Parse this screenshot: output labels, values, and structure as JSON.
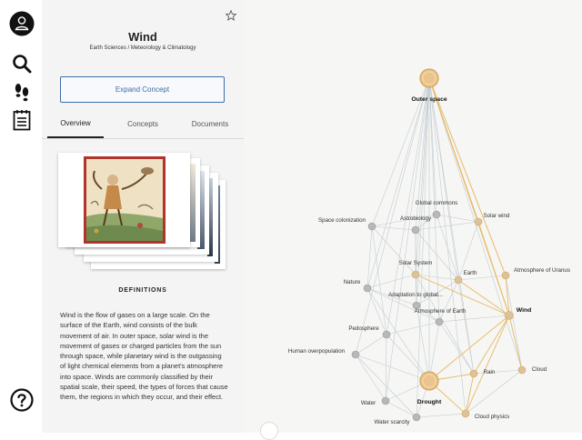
{
  "sidebar": {
    "icons": [
      "user-icon",
      "search-icon",
      "footsteps-icon",
      "notepad-icon",
      "help-icon"
    ]
  },
  "concept": {
    "title": "Wind",
    "subtitle": "Earth Sciences / Meteorology & Climatology",
    "expand_label": "Expand Concept",
    "tabs": [
      {
        "label": "Overview",
        "active": true
      },
      {
        "label": "Concepts",
        "active": false
      },
      {
        "label": "Documents",
        "active": false
      }
    ],
    "definitions_heading": "DEFINITIONS",
    "description": "Wind is the flow of gases on a large scale. On the surface of the Earth, wind consists of the bulk movement of air. In outer space, solar wind is the movement of gases or charged particles from the sun through space, while planetary wind is the outgassing of light chemical elements from a planet's atmosphere into space. Winds are commonly classified by their spatial scale, their speed, the types of forces that cause them, the regions in which they occur, and their effect."
  },
  "graph": {
    "nodes": [
      {
        "id": "outer",
        "label": "Outer space",
        "major": true,
        "highlight": true
      },
      {
        "id": "global",
        "label": "Global commons"
      },
      {
        "id": "astro",
        "label": "Astrobiology"
      },
      {
        "id": "spacecol",
        "label": "Space colonization"
      },
      {
        "id": "solarwind",
        "label": "Solar wind",
        "highlight": true
      },
      {
        "id": "solarsys",
        "label": "Solar System",
        "highlight": true
      },
      {
        "id": "earth",
        "label": "Earth",
        "highlight": true
      },
      {
        "id": "atmu",
        "label": "Atmosphere of Uranus",
        "highlight": true
      },
      {
        "id": "nature",
        "label": "Nature"
      },
      {
        "id": "adapt",
        "label": "Adaptation to global..."
      },
      {
        "id": "atme",
        "label": "Atmosphere of Earth"
      },
      {
        "id": "wind",
        "label": "Wind",
        "major": false,
        "bold": true,
        "highlight": true
      },
      {
        "id": "pedo",
        "label": "Pedosphere"
      },
      {
        "id": "humover",
        "label": "Human overpopulation"
      },
      {
        "id": "rain",
        "label": "Rain",
        "highlight": true
      },
      {
        "id": "cloud",
        "label": "Cloud",
        "highlight": true
      },
      {
        "id": "drought",
        "label": "Drought",
        "major": true,
        "highlight": true
      },
      {
        "id": "water",
        "label": "Water"
      },
      {
        "id": "waterscar",
        "label": "Water scarcity"
      },
      {
        "id": "cloudphys",
        "label": "Cloud physics",
        "highlight": true
      }
    ]
  }
}
